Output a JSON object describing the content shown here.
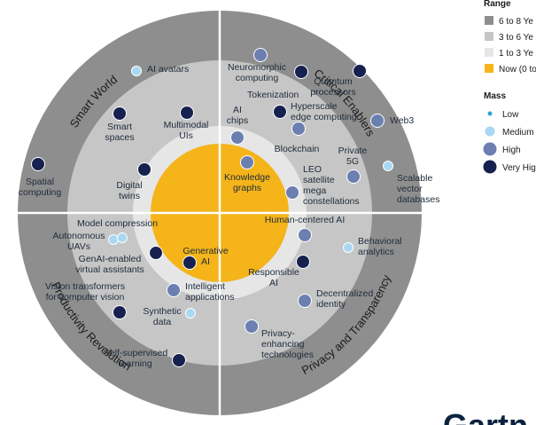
{
  "sectors": [
    "Smart World",
    "Critical Enablers",
    "Productivity Revolution",
    "Privacy and Transparency"
  ],
  "legend": {
    "range_title": "Range",
    "range_items": [
      {
        "label": "6 to 8 Ye",
        "color": "#8e8e8e"
      },
      {
        "label": "3 to 6 Ye",
        "color": "#c6c6c6"
      },
      {
        "label": "1 to 3 Ye",
        "color": "#e6e6e6"
      },
      {
        "label": "Now (0 to",
        "color": "#f4b41a"
      }
    ],
    "mass_title": "Mass",
    "mass_items": [
      {
        "label": "Low",
        "level": "low",
        "color": "#2aa6d5"
      },
      {
        "label": "Medium",
        "level": "medium",
        "color": "#a9d8f2"
      },
      {
        "label": "High",
        "level": "high",
        "color": "#6b7fb0"
      },
      {
        "label": "Very Hig",
        "level": "very-high",
        "color": "#16214f"
      }
    ]
  },
  "technologies": [
    {
      "name": "ai-avatars",
      "lines": [
        "AI avatars"
      ],
      "mass": "medium"
    },
    {
      "name": "neuromorphic-computing",
      "lines": [
        "Neuromorphic",
        "computing"
      ],
      "mass": "high"
    },
    {
      "name": "tokenization",
      "lines": [
        "Tokenization"
      ],
      "mass": "very-high"
    },
    {
      "name": "quantum-processors",
      "lines": [
        "Quantum",
        "processors"
      ],
      "mass": "very-high"
    },
    {
      "name": "smart-spaces",
      "lines": [
        "Smart",
        "spaces"
      ],
      "mass": "very-high"
    },
    {
      "name": "multimodal-uis",
      "lines": [
        "Multimodal",
        "UIs"
      ],
      "mass": "very-high"
    },
    {
      "name": "ai-chips",
      "lines": [
        "AI",
        "chips"
      ],
      "mass": "high"
    },
    {
      "name": "hyperscale-edge-computing",
      "lines": [
        "Hyperscale",
        "edge computing"
      ],
      "mass": "very-high"
    },
    {
      "name": "web3",
      "lines": [
        "Web3"
      ],
      "mass": "high"
    },
    {
      "name": "blockchain",
      "lines": [
        "Blockchain"
      ],
      "mass": "high"
    },
    {
      "name": "private-5g",
      "lines": [
        "Private",
        "5G"
      ],
      "mass": "high"
    },
    {
      "name": "spatial-computing",
      "lines": [
        "Spatial",
        "computing"
      ],
      "mass": "very-high"
    },
    {
      "name": "digital-twins",
      "lines": [
        "Digital",
        "twins"
      ],
      "mass": "very-high"
    },
    {
      "name": "knowledge-graphs",
      "lines": [
        "Knowledge",
        "graphs"
      ],
      "mass": "high"
    },
    {
      "name": "leo-satellite",
      "lines": [
        "LEO",
        "satellite",
        "mega",
        "constellations"
      ],
      "mass": "high"
    },
    {
      "name": "scalable-vector-databases",
      "lines": [
        "Scalable",
        "vector",
        "databases"
      ],
      "mass": "medium"
    },
    {
      "name": "model-compression",
      "lines": [
        "Model compression"
      ],
      "mass": "medium"
    },
    {
      "name": "autonomous-uavs",
      "lines": [
        "Autonomous",
        "UAVs"
      ],
      "mass": "medium"
    },
    {
      "name": "genai-virtual-assistants",
      "lines": [
        "GenAI-enabled",
        "virtual assistants"
      ],
      "mass": "very-high"
    },
    {
      "name": "generative-ai",
      "lines": [
        "Generative",
        "AI"
      ],
      "mass": "very-high"
    },
    {
      "name": "human-centered-ai",
      "lines": [
        "Human-centered AI"
      ],
      "mass": "high"
    },
    {
      "name": "behavioral-analytics",
      "lines": [
        "Behavioral",
        "analytics"
      ],
      "mass": "medium"
    },
    {
      "name": "responsible-ai",
      "lines": [
        "Responsible",
        "AI"
      ],
      "mass": "very-high"
    },
    {
      "name": "vision-transformers",
      "lines": [
        "Vision transformers",
        "for computer vision"
      ],
      "mass": "very-high"
    },
    {
      "name": "intelligent-applications",
      "lines": [
        "Intelligent",
        "applications"
      ],
      "mass": "high"
    },
    {
      "name": "synthetic-data",
      "lines": [
        "Synthetic",
        "data"
      ],
      "mass": "medium"
    },
    {
      "name": "decentralized-identity",
      "lines": [
        "Decentralized",
        "identity"
      ],
      "mass": "high"
    },
    {
      "name": "privacy-enhancing-technologies",
      "lines": [
        "Privacy-",
        "enhancing",
        "technologies"
      ],
      "mass": "high"
    },
    {
      "name": "self-supervised-learning",
      "lines": [
        "Self-supervised",
        "learning"
      ],
      "mass": "very-high"
    }
  ],
  "logo_text": "Gartn"
}
